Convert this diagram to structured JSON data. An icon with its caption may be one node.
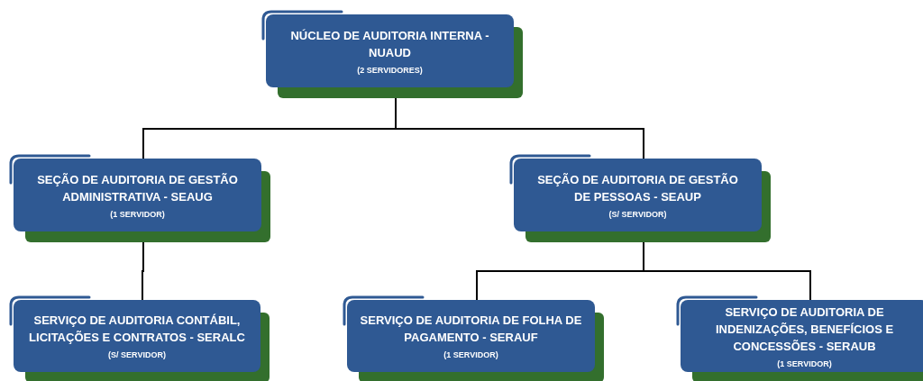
{
  "diagram": {
    "nodes": [
      {
        "text": [
          "NÚCLEO DE AUDITORIA INTERNA - NUAUD",
          "(2 SERVIDORES)"
        ]
      },
      {
        "text": [
          "SEÇÃO DE AUDITORIA DE GESTÃO ADMINISTRATIVA - SEAUG",
          "(1 SERVIDOR)"
        ]
      },
      {
        "text": [
          "SEÇÃO DE AUDITORIA DE GESTÃO DE PESSOAS - SEAUP",
          "(S/ SERVIDOR)"
        ]
      },
      {
        "text": [
          "SERVIÇO DE AUDITORIA CONTÁBIL, LICITAÇÕES E CONTRATOS - SERALC",
          "(S/ SERVIDOR)"
        ]
      },
      {
        "text": [
          "SERVIÇO DE AUDITORIA DE FOLHA DE PAGAMENTO - SERAUF",
          "(1 SERVIDOR)"
        ]
      },
      {
        "text": [
          "SERVIÇO DE AUDITORIA DE INDENIZAÇÕES, BENEFÍCIOS E CONCESSÕES - SERAUB",
          "(1 SERVIDOR)"
        ]
      }
    ],
    "edges": [
      {
        "from": 0,
        "to": 1,
        "arrow": "none"
      },
      {
        "from": 0,
        "to": 2,
        "arrow": "none"
      },
      {
        "from": 1,
        "to": 3,
        "arrow": "none"
      },
      {
        "from": 2,
        "to": 4,
        "arrow": "none"
      },
      {
        "from": 2,
        "to": 5,
        "arrow": "none"
      }
    ]
  }
}
